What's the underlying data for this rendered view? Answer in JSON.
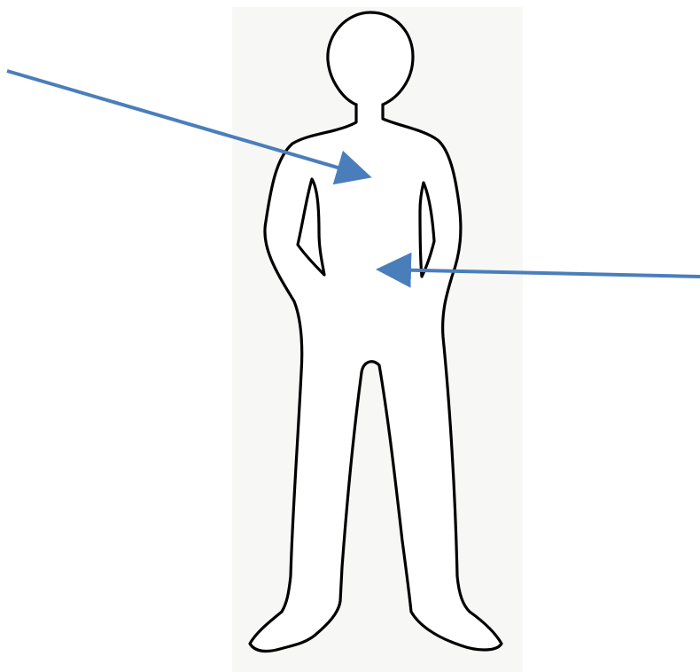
{
  "image": {
    "background_color": "#ffffff",
    "paper_color": "#f7f7f5",
    "outline_color": "#000000",
    "arrow_color": "#4a7ebb"
  },
  "figure": {
    "subject": "human-body-outline",
    "arrows": [
      {
        "name": "chest-arrow",
        "points_to": "chest"
      },
      {
        "name": "abdomen-arrow",
        "points_to": "abdomen"
      }
    ]
  }
}
